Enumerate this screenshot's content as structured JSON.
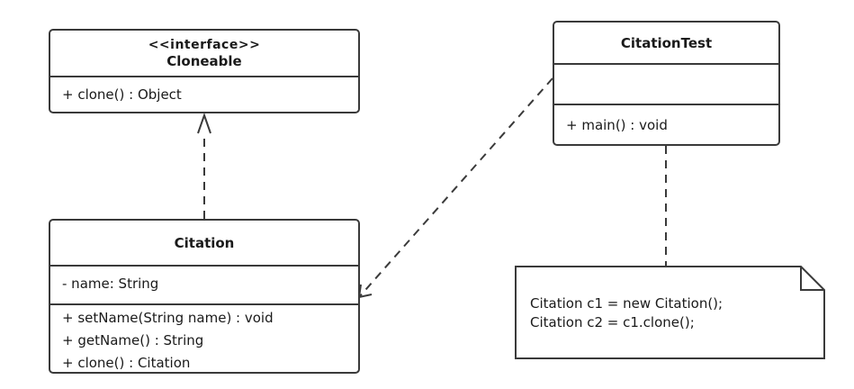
{
  "diagram": {
    "cloneable": {
      "stereotype": "<<interface>>",
      "name": "Cloneable",
      "operations": [
        "+ clone() :   Object"
      ]
    },
    "citation": {
      "name": "Citation",
      "attributes": [
        "- name: String"
      ],
      "operations": [
        "+ setName(String name) : void",
        "+ getName() : String",
        "+ clone() : Citation"
      ]
    },
    "citation_test": {
      "name": "CitationTest",
      "attributes": [],
      "operations": [
        "+ main() : void"
      ]
    },
    "note": {
      "lines": [
        "Citation c1 = new Citation();",
        "Citation c2 = c1.clone();"
      ]
    },
    "relations": [
      {
        "from": "Citation",
        "to": "Cloneable",
        "kind": "realization"
      },
      {
        "from": "CitationTest",
        "to": "Citation",
        "kind": "dependency"
      },
      {
        "from": "CitationTest",
        "to": "note",
        "kind": "note-anchor"
      }
    ],
    "colors": {
      "stroke": "#3a3a3a",
      "text": "#1a1a1a",
      "background": "#ffffff"
    }
  }
}
